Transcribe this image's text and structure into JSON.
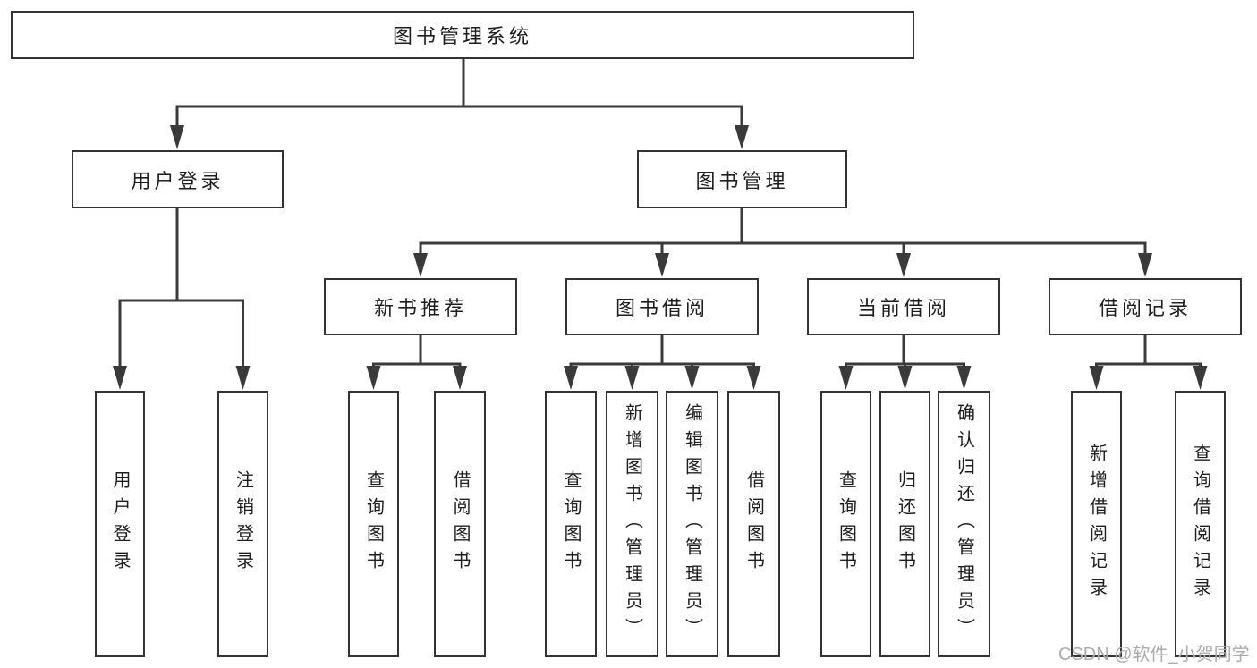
{
  "colors": {
    "background": "#ffffff",
    "line": "#3a3a3a",
    "box_border": "#333333",
    "box_fill": "#ffffff",
    "text": "#1e1e1e",
    "watermark": "#ababab"
  },
  "watermark": {
    "text": "CSDN @软件_小贺同学"
  },
  "tree": {
    "label": "图书管理系统",
    "children": [
      {
        "label": "用户登录",
        "children": [
          {
            "label": "用户登录"
          },
          {
            "label": "注销登录"
          }
        ]
      },
      {
        "label": "图书管理",
        "children": [
          {
            "label": "新书推荐",
            "children": [
              {
                "label": "查询图书"
              },
              {
                "label": "借阅图书"
              }
            ]
          },
          {
            "label": "图书借阅",
            "children": [
              {
                "label": "查询图书"
              },
              {
                "label": "新增图书（管理员）"
              },
              {
                "label": "编辑图书（管理员）"
              },
              {
                "label": "借阅图书"
              }
            ]
          },
          {
            "label": "当前借阅",
            "children": [
              {
                "label": "查询图书"
              },
              {
                "label": "归还图书"
              },
              {
                "label": "确认归还（管理员）"
              }
            ]
          },
          {
            "label": "借阅记录",
            "children": [
              {
                "label": "新增借阅记录"
              },
              {
                "label": "查询借阅记录"
              }
            ]
          }
        ]
      }
    ]
  }
}
